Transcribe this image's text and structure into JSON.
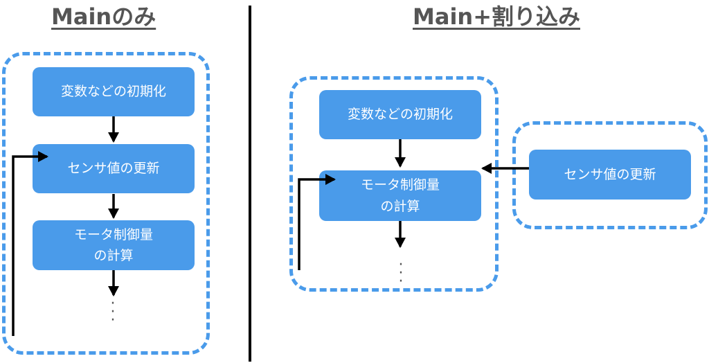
{
  "left": {
    "heading": "Mainのみ",
    "boxes": {
      "init": "変数などの初期化",
      "sensor": "センサ値の更新",
      "motor": "モータ制御量\nの計算"
    },
    "ellipsis": "·\n·\n·"
  },
  "right": {
    "heading": "Main+割り込み",
    "boxes": {
      "init": "変数などの初期化",
      "motor": "モータ制御量\nの計算"
    },
    "ellipsis": "·\n·\n·",
    "interrupt": {
      "sensor": "センサ値の更新"
    }
  },
  "colors": {
    "box_fill": "#4a9bea",
    "dashed_border": "#4a9bea",
    "heading_text": "#555555",
    "arrow": "#000000"
  }
}
